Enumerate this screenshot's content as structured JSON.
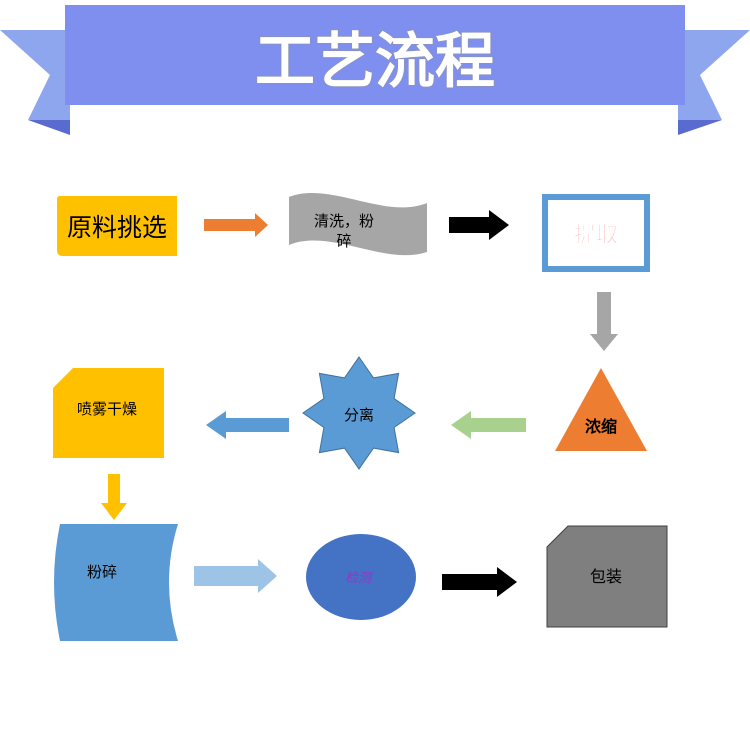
{
  "banner": {
    "title": "工艺流程",
    "colors": {
      "main": "#7f8ff0",
      "wing": "#8da6ee",
      "fold": "#5a6bd0",
      "text": "#ffffff"
    }
  },
  "steps": {
    "raw_selection": {
      "label": "原料挑选",
      "fill": "#ffc000",
      "text_color": "#000000"
    },
    "wash_crush_1": {
      "label": "清洗，粉",
      "fill": "#a6a6a6",
      "text_color": "#000000"
    },
    "wash_crush_2": {
      "label": "碎",
      "fill": "#a6a6a6",
      "text_color": "#000000"
    },
    "extract": {
      "label": "提取",
      "fill": "#ffffff",
      "border": "#5b9bd5",
      "text_color": "#e8342c"
    },
    "concentrate": {
      "label": "浓缩",
      "fill": "#ed7d31",
      "text_color": "#000000"
    },
    "separate": {
      "label": "分离",
      "fill": "#5b9bd5",
      "text_color": "#000000"
    },
    "spray_dry": {
      "label": "喷雾干燥",
      "fill": "#ffc000",
      "text_color": "#000000"
    },
    "crush": {
      "label": "粉碎",
      "fill": "#5b9bd5",
      "text_color": "#000000"
    },
    "test": {
      "label": "检测",
      "fill": "#4472c4",
      "text_color": "#9933cc"
    },
    "package": {
      "label": "包装",
      "fill": "#7f7f7f",
      "text_color": "#000000"
    }
  },
  "arrows": {
    "orange": "#ed7d31",
    "black": "#000000",
    "gray": "#a6a6a6",
    "green": "#a9d18e",
    "blue": "#5b9bd5",
    "gold": "#ffc000",
    "light_blue": "#9dc3e6"
  }
}
